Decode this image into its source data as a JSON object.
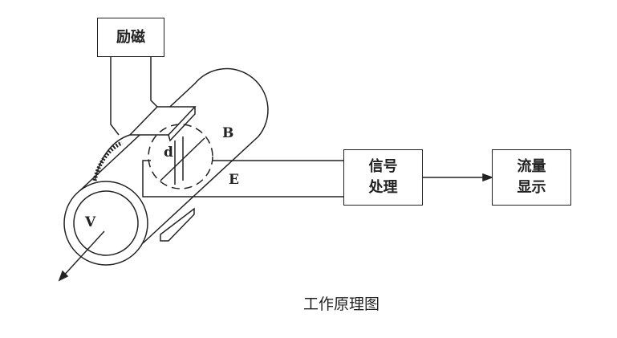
{
  "boxes": {
    "excitation": "励磁",
    "signal_processing": [
      "信号",
      "处理"
    ],
    "flow_display": [
      "流量",
      "显示"
    ]
  },
  "labels": {
    "B": "B",
    "d": "d",
    "E": "E",
    "V": "V"
  },
  "caption": "工作原理图"
}
